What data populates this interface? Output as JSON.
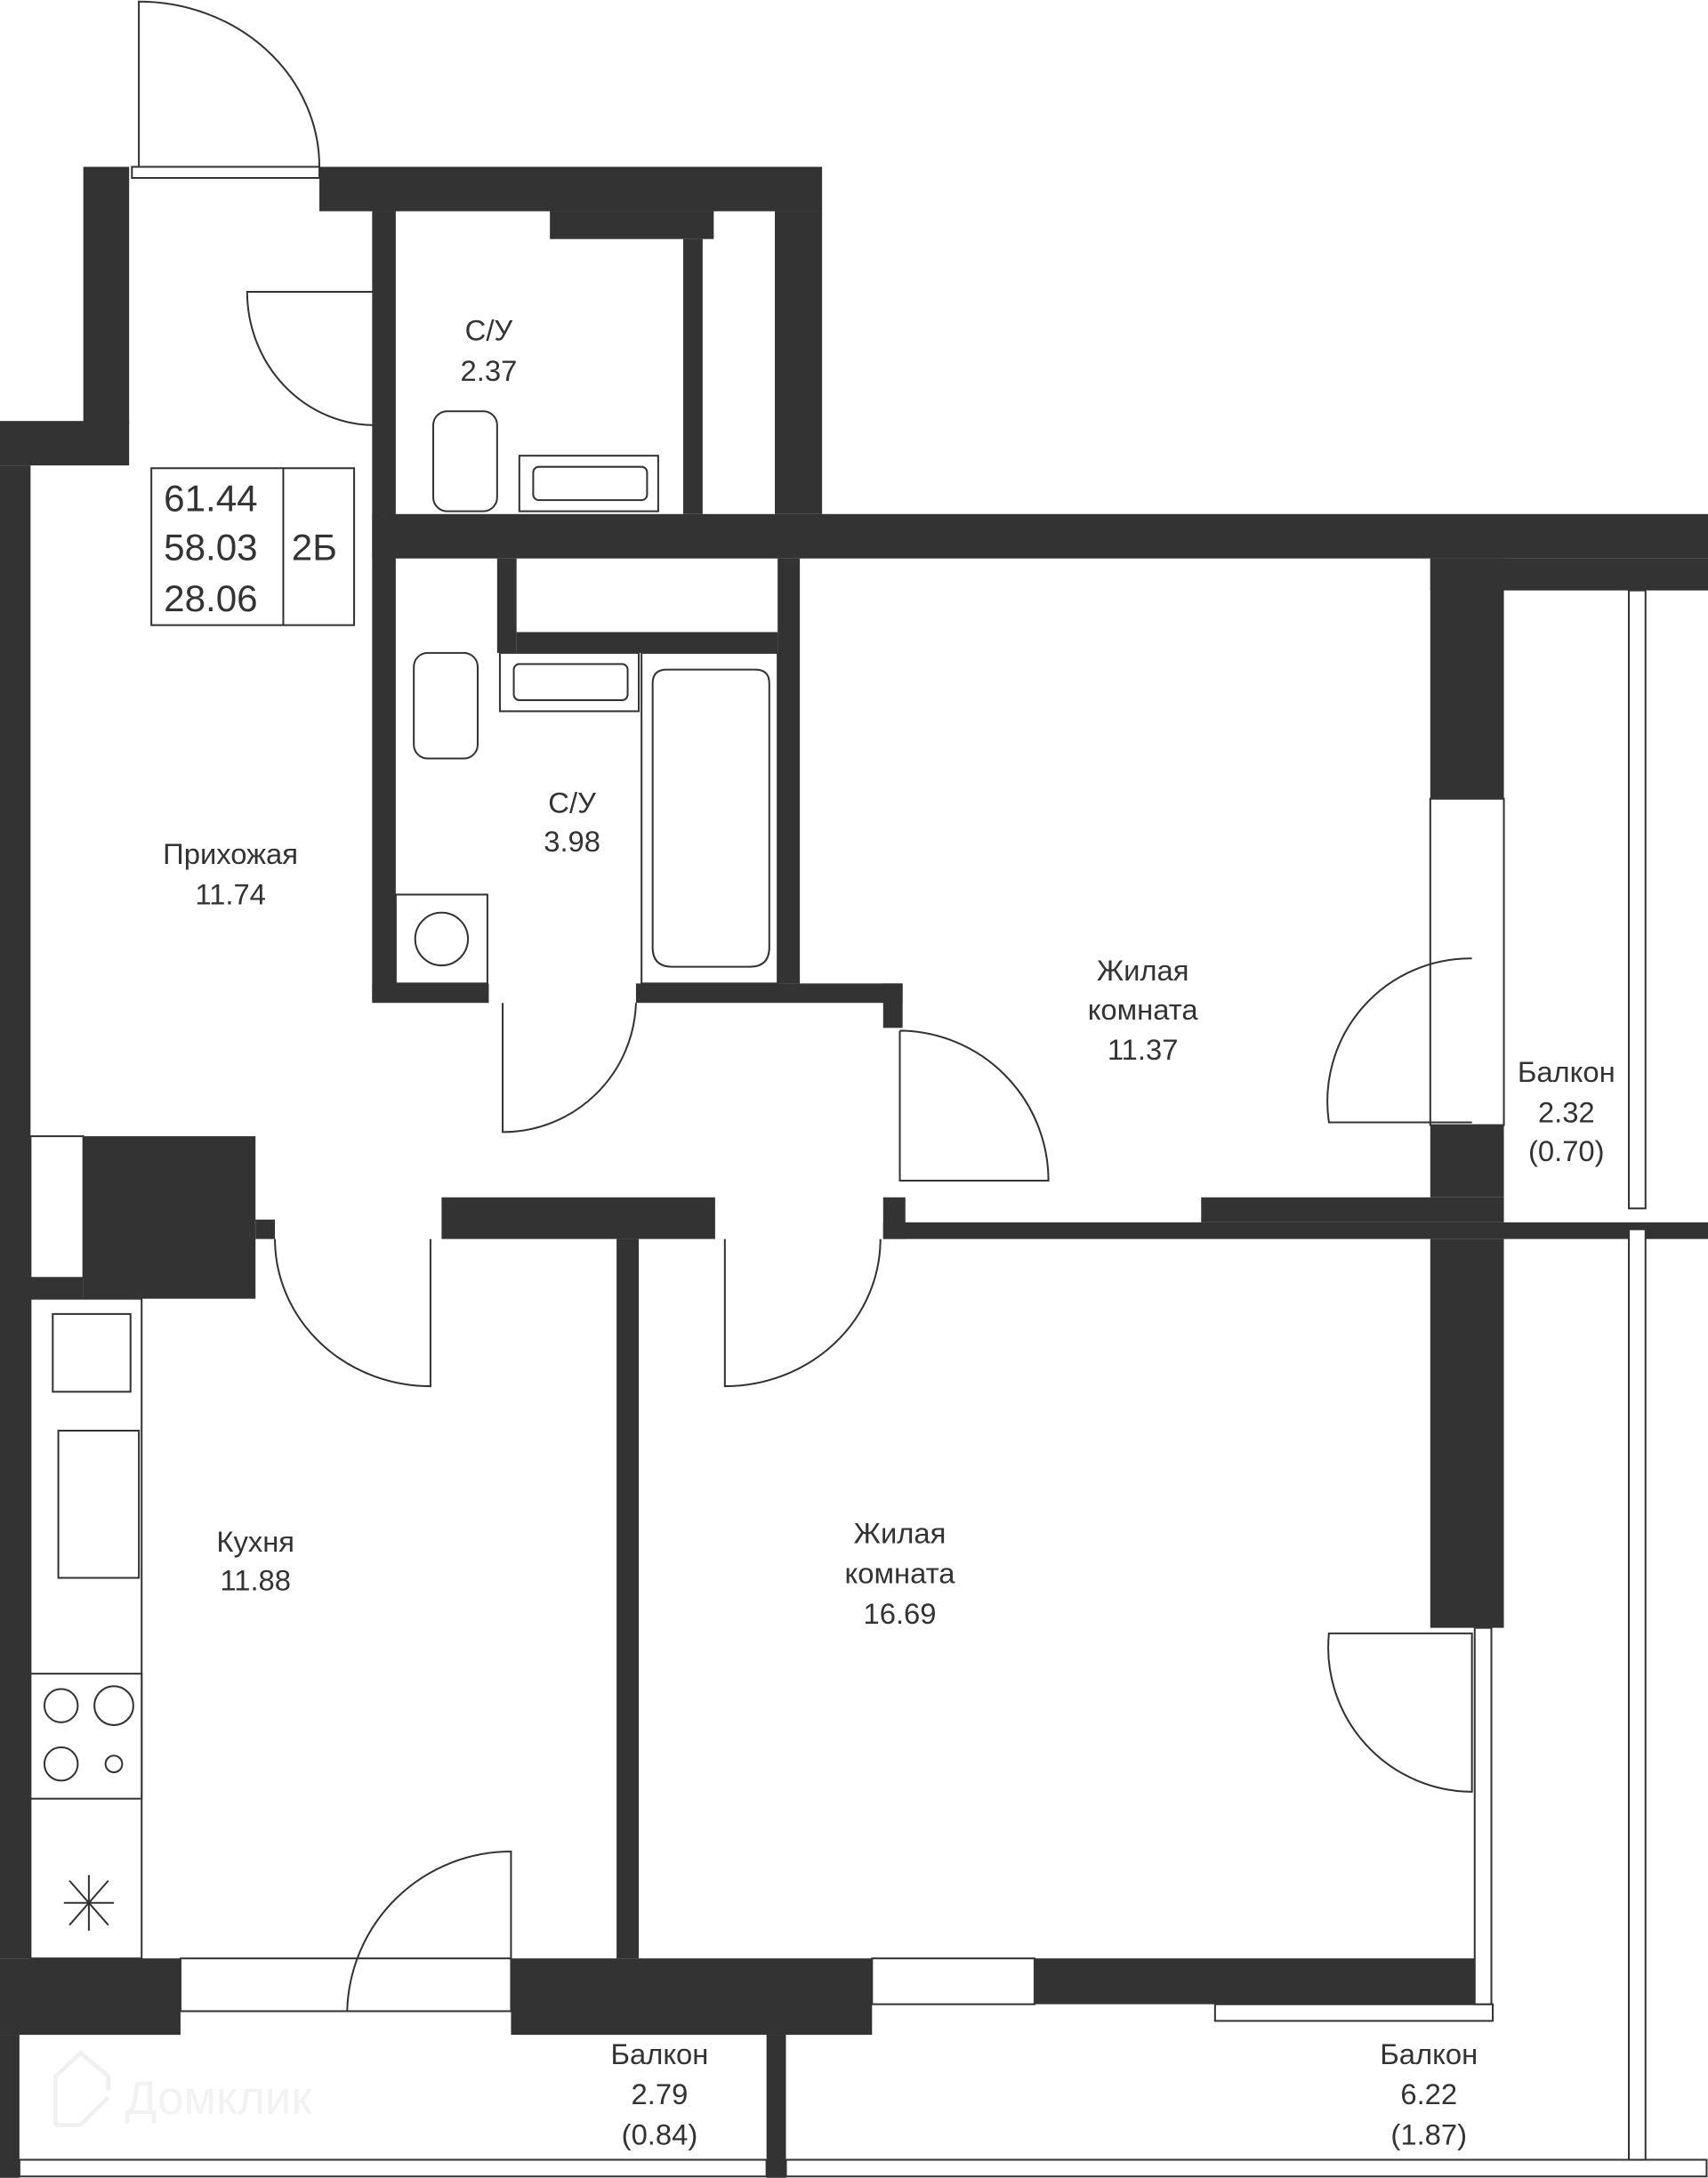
{
  "summary": {
    "total_area": "61.44",
    "living_total": "58.03",
    "living_area": "28.06",
    "type": "2Б"
  },
  "rooms": [
    {
      "name": "С/У",
      "area": "2.37"
    },
    {
      "name": "С/У",
      "area": "3.98"
    },
    {
      "name": "Прихожая",
      "area": "11.74"
    },
    {
      "name": "Жилая комната",
      "name_l1": "Жилая",
      "name_l2": "комната",
      "area": "11.37"
    },
    {
      "name": "Балкон",
      "area": "2.32",
      "reduced": "(0.70)"
    },
    {
      "name": "Кухня",
      "area": "11.88"
    },
    {
      "name": "Жилая комната",
      "name_l1": "Жилая",
      "name_l2": "комната",
      "area": "16.69"
    },
    {
      "name": "Балкон",
      "area": "2.79",
      "reduced": "(0.84)"
    },
    {
      "name": "Балкон",
      "area": "6.22",
      "reduced": "(1.87)"
    }
  ],
  "watermark": "Домклик",
  "colors": {
    "wall": "#333333",
    "background": "#ffffff"
  }
}
